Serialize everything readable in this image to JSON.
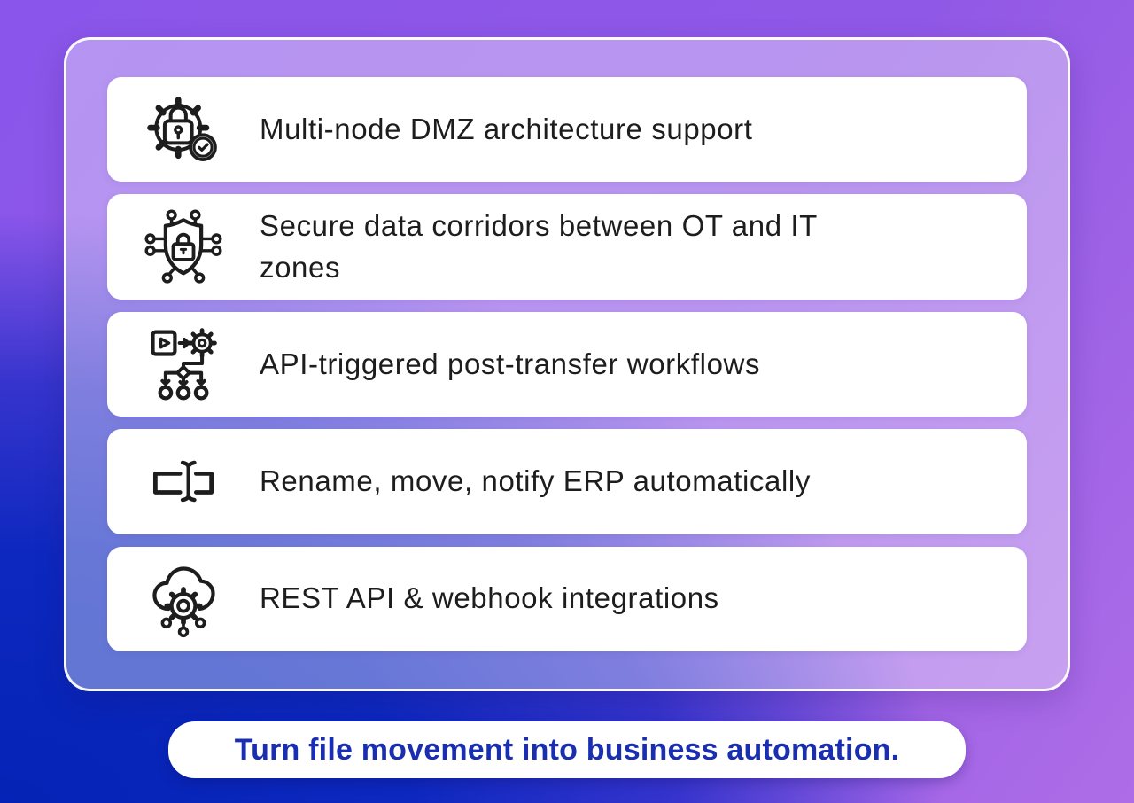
{
  "panel": {
    "features": [
      {
        "icon": "gear-lock-check-icon",
        "label": "Multi-node DMZ architecture support"
      },
      {
        "icon": "shield-circuit-lock-icon",
        "label": "Secure data corridors between OT and IT\nzones"
      },
      {
        "icon": "workflow-trigger-icon",
        "label": "API-triggered post-transfer workflows"
      },
      {
        "icon": "rename-cursor-icon",
        "label": "Rename, move, notify ERP automatically"
      },
      {
        "icon": "cloud-gear-integrations-icon",
        "label": "REST API & webhook integrations"
      }
    ]
  },
  "footer": {
    "tagline": "Turn file movement into business automation."
  },
  "colors": {
    "background_purple_top": "#8b5ced",
    "background_purple_right": "#ad6ce6",
    "background_blue_bottom_left": "#0423b5",
    "card_border": "#ffffff",
    "row_background": "#ffffff",
    "feature_text": "#1d1d1d",
    "tagline_text": "#1a2eb2",
    "icon_stroke": "#1d1d1d"
  }
}
